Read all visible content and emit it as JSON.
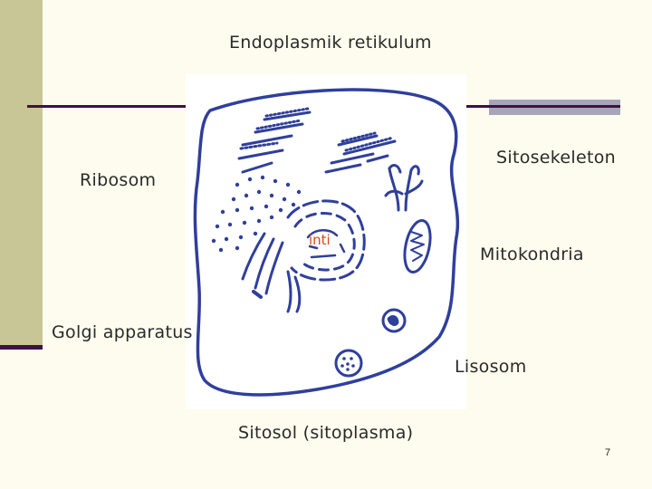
{
  "labels": {
    "endoplasmic_reticulum": "Endoplasmik retikulum",
    "ribosome": "Ribosom",
    "cytoskeleton": "Sitosekeleton",
    "nucleus": "inti",
    "mitochondria": "Mitokondria",
    "golgi": "Golgi apparatus",
    "lysosome": "Lisosom",
    "cytosol": "Sitosol (sitoplasma)"
  },
  "page_number": "7",
  "colors": {
    "background": "#fdfcee",
    "side_band": "#c8c596",
    "rule": "#3d1242",
    "rule_accent": "#a7a6b8",
    "drawing_ink": "#2f3f9c",
    "nucleus_label": "#d04b1c"
  }
}
